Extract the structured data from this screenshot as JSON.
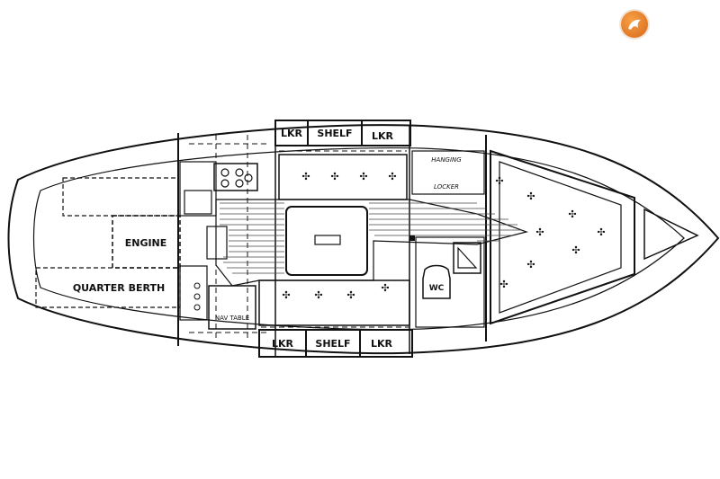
{
  "labels": {
    "lkr_top_left": "LKR",
    "shelf_top": "SHELF",
    "lkr_top_right": "LKR",
    "lkr_bottom_left": "LKR",
    "shelf_bottom": "SHELF",
    "lkr_bottom_right": "LKR",
    "engine": "ENGINE",
    "quarter_berth": "QUARTER BERTH",
    "nav_table": "NAV TABLE",
    "hanging_locker_1": "HANGING",
    "hanging_locker_2": "LOCKER",
    "wc": "WC"
  },
  "colors": {
    "line": "#111111",
    "logo": "#e07a22"
  },
  "icons": {
    "logo": "brand-logo-icon"
  }
}
